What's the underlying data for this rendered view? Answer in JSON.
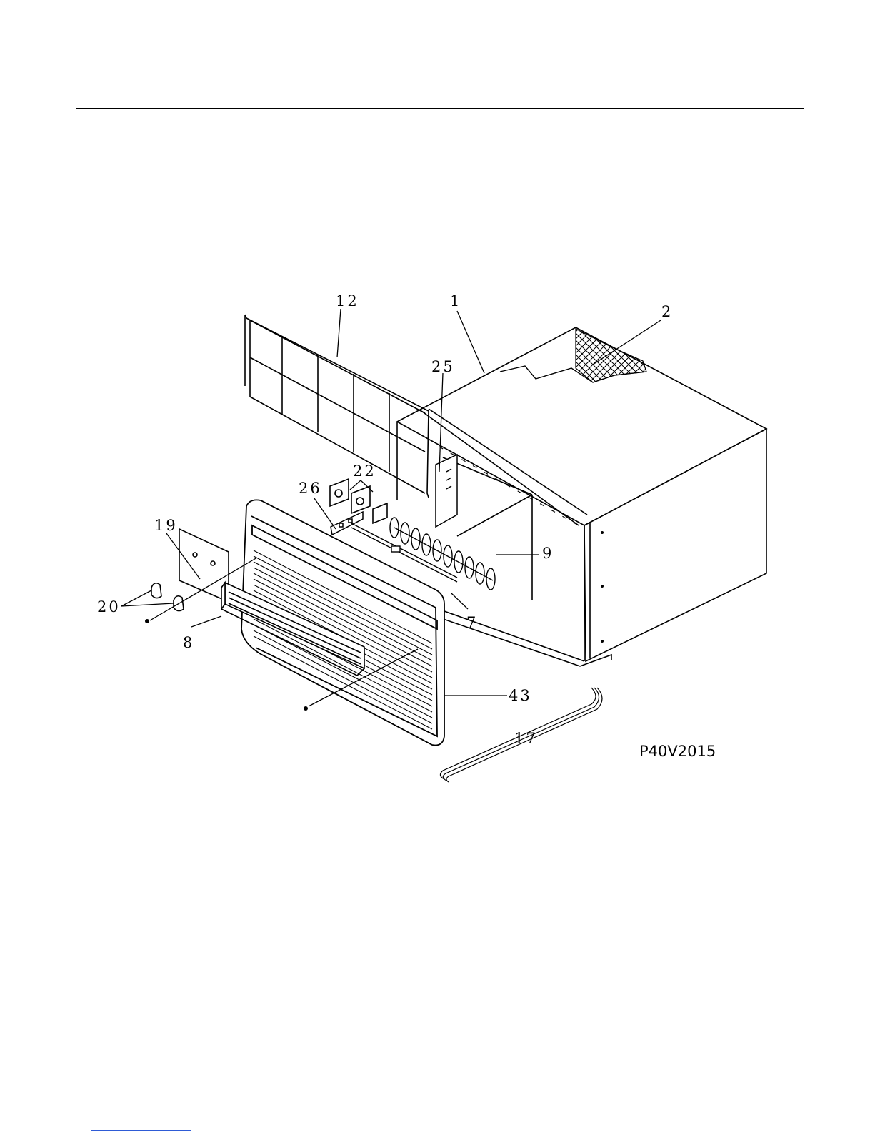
{
  "diagram": {
    "callouts": {
      "c12": "12",
      "c1": "1",
      "c2": "2",
      "c25": "25",
      "c22": "22",
      "c26": "26",
      "c19": "19",
      "c20": "20",
      "c8": "8",
      "c9": "9",
      "c7": "7",
      "c43": "43",
      "c17": "17"
    },
    "drawing_code": "P40V2015"
  },
  "colors": {
    "ink": "#000000",
    "link": "#2e5bd6"
  }
}
